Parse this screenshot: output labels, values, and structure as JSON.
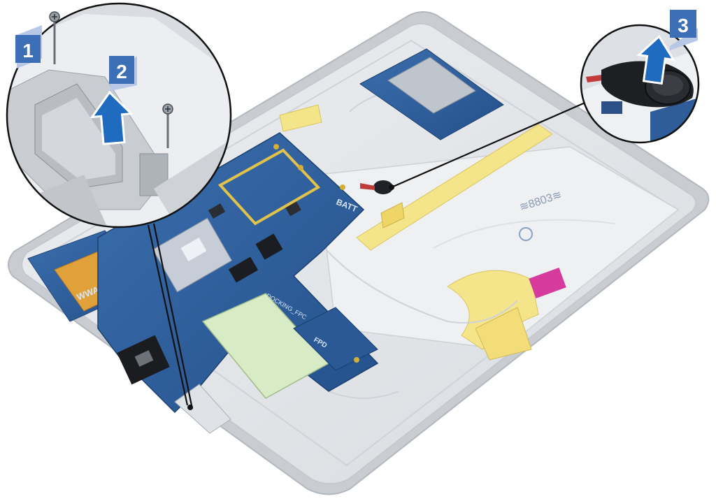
{
  "steps": [
    {
      "number": "1"
    },
    {
      "number": "2"
    },
    {
      "number": "3"
    }
  ],
  "board_labels": {
    "wwan": "WWAN",
    "batt": "BATT",
    "docking": "DOCKING_FPC",
    "fpd": "FPD"
  },
  "colors": {
    "badge": "#3c6fb5",
    "board": "#2f5d9a",
    "chassis": "#e4e6e9",
    "ribbon": "#f5e58a",
    "ssd": "#d7ecc5",
    "connector_pink": "#d63a9c"
  },
  "icons": [
    "screw-icon",
    "lift-arrow-icon",
    "coin-cell-battery-icon"
  ]
}
